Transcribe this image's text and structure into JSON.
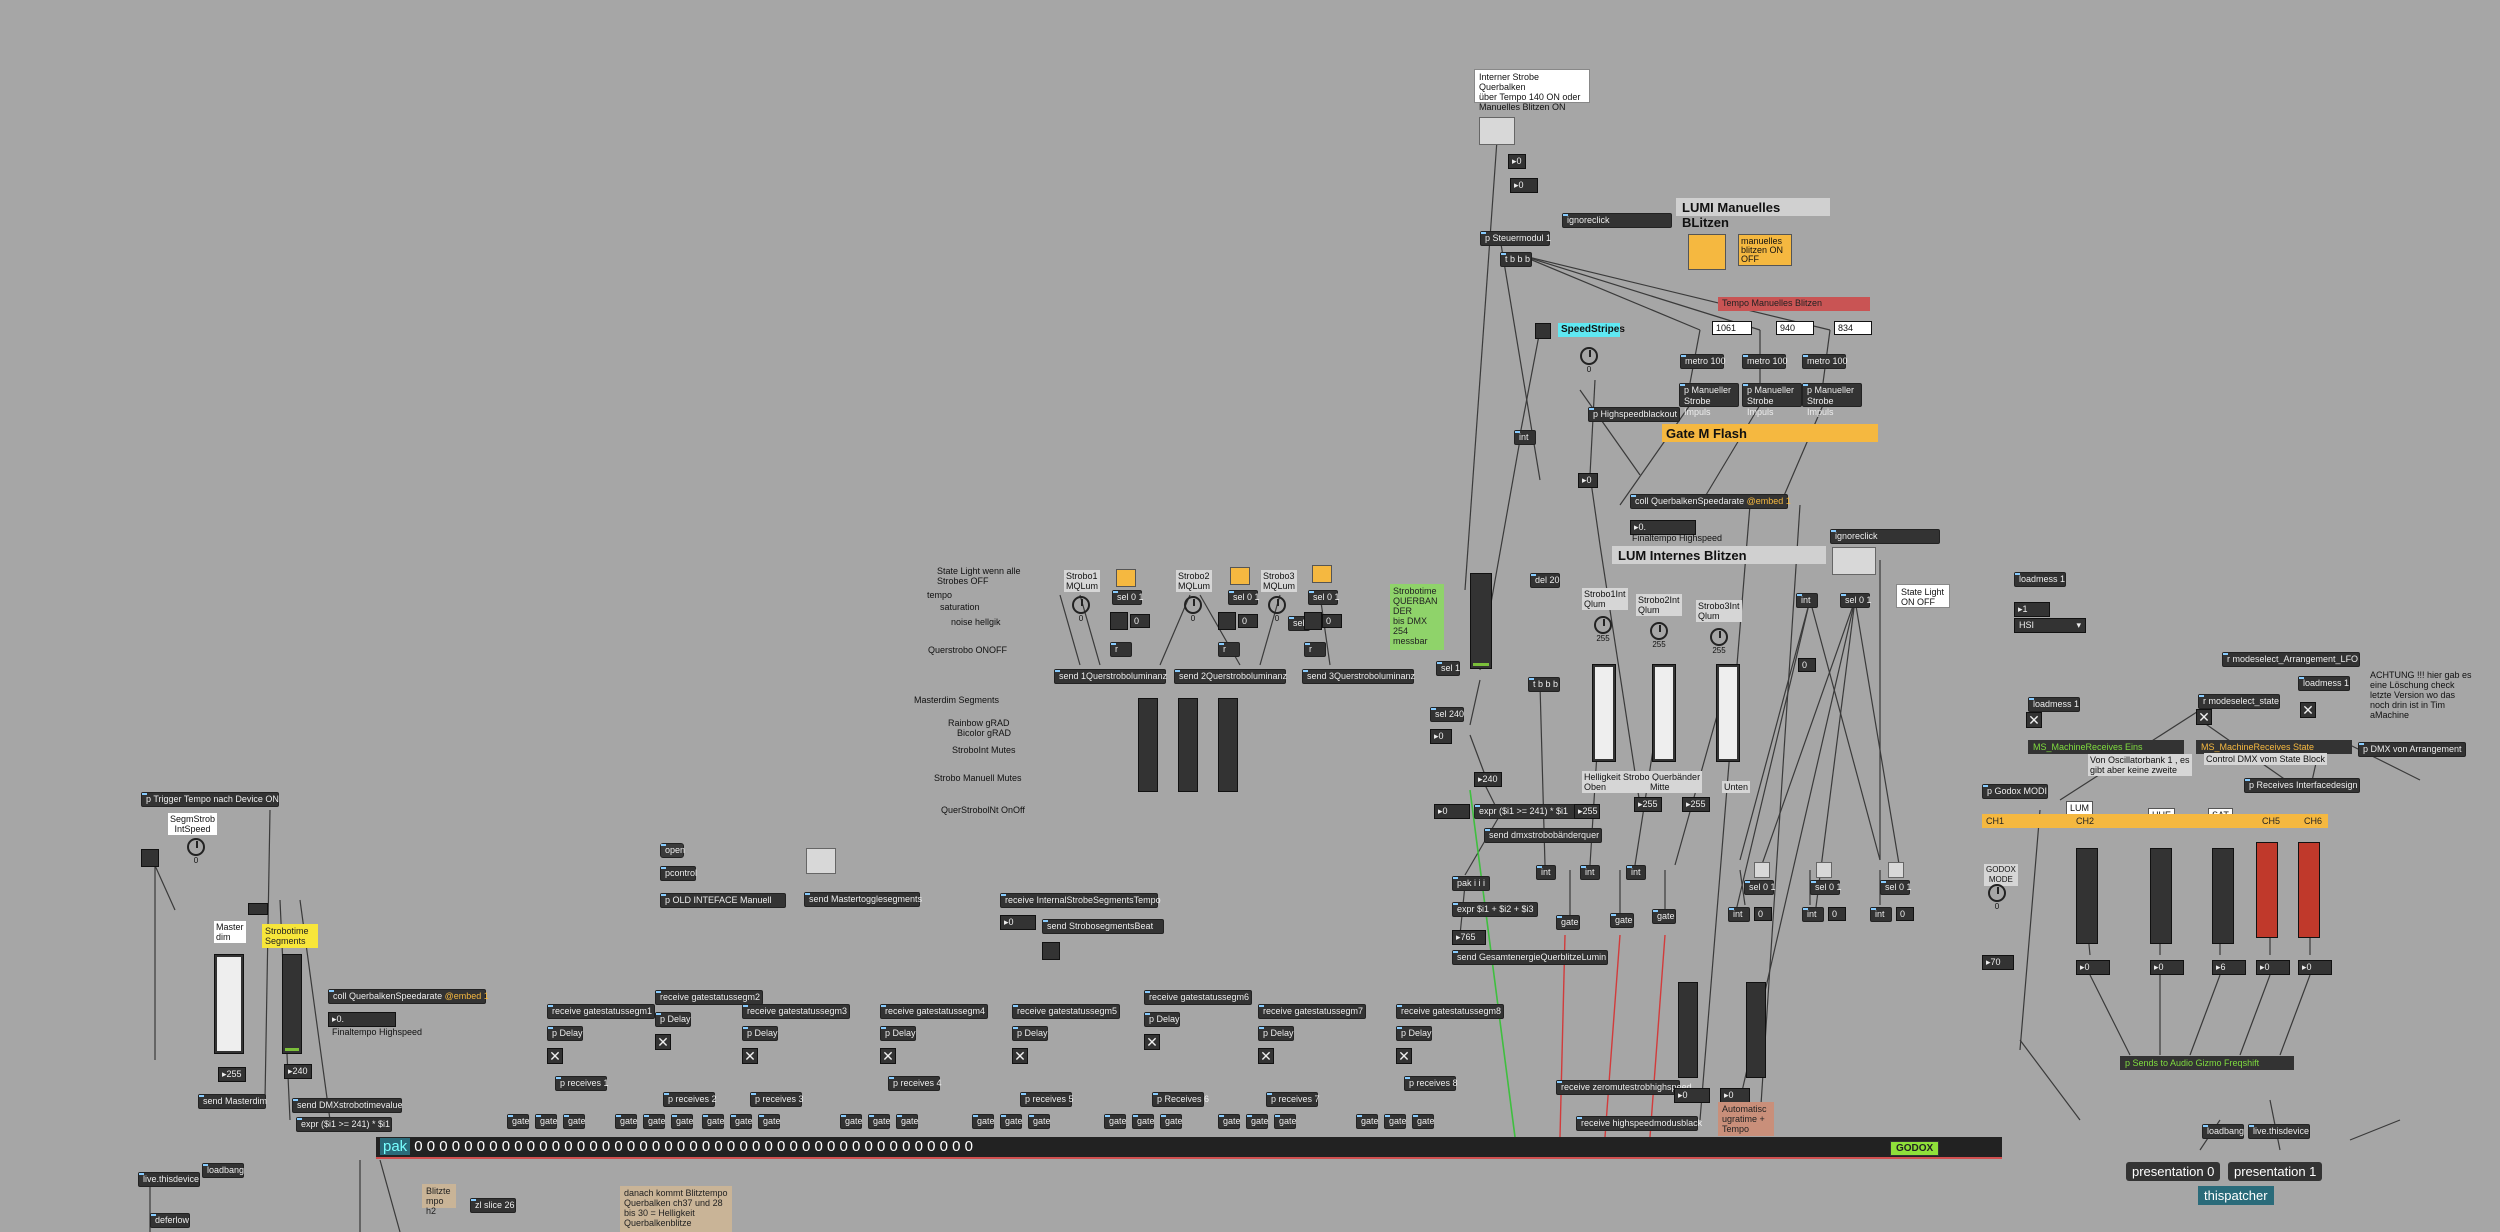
{
  "colors": {
    "canvas": "#a6a6a6",
    "object": "#333333",
    "accent_yellow": "#f5b840",
    "accent_cyan": "#5fe8f2",
    "accent_red": "#c0392b",
    "accent_green": "#8fe03a"
  },
  "top": {
    "comment_internal": "Interner Strobe Querbalken\nüber Tempo 140 ON oder\nManuelles Blitzen ON",
    "num0a": "▸0",
    "num0b": "▸0",
    "ignoreclick1": "ignoreclick",
    "lumi_panel": "LUMI Manuelles BLitzen",
    "steuermodul": "p Steuermodul 1",
    "tbbb1": "t b b b",
    "manuell_comment": "manuelles\nblitzen ON\nOFF",
    "tempo_bar": "Tempo Manuelles Blitzen",
    "n1061": "1061",
    "n940": "940",
    "n834": "834",
    "metro1": "metro 100",
    "metro2": "metro 100",
    "metro3": "metro 100",
    "speedstripes": "SpeedStripes",
    "speed_dial_val": "0",
    "manual1": "p Manueller\nStrobe Impuls",
    "manual2": "p Manueller\nStrobe Impuls",
    "manual3": "p Manueller\nStrobe Impuls",
    "highspeed": "p Highspeedblackout",
    "gate_flash": "Gate M Flash",
    "int1": "int",
    "num0c": "▸0",
    "coll1": "coll QuerbalkenSpeedarate",
    "embed1": "@embed 1",
    "num0d": "▸0.",
    "final_comment": "Finaltempo Highspeed",
    "ignoreclick2": "ignoreclick",
    "lum_panel": "LUM Internes Blitzen",
    "state_light_on": "State Light\nON OFF"
  },
  "strobe": {
    "state_light": "State Light wenn alle\nStrobes OFF",
    "tempo": "tempo",
    "saturation": "saturation",
    "noise": "noise hellgik",
    "querstrobo": "Querstrobo ONOFF",
    "masterdim_seg": "Masterdim Segments",
    "rainbow": "Rainbow gRAD",
    "bicolor": "Bicolor gRAD",
    "strobolnt_mutes": "StroboInt Mutes",
    "strobo_manuell": "Strobo Manuell  Mutes",
    "querstrob_onoff": "QuerStrobolNt OnOff",
    "s1": "Strobo1\nMQLum",
    "s2": "Strobo2\nMQLum",
    "s3": "Strobo3\nMQLum",
    "sel1": "sel 0 1",
    "sel2": "sel 0 1",
    "sel3": "sel 0 1",
    "sel4": "sel 0 1",
    "send1": "send 1Querstroboluminanz",
    "send2": "send 2Querstroboluminanz",
    "send3": "send 3Querstroboluminanz",
    "dial_val": "0",
    "green_comment": "Strobotime\nQUERBAN\nDER\nbis DMX\n254\nmessbar"
  },
  "mid": {
    "sel240": "sel 240",
    "sel1": "sel 1",
    "num0": "▸0",
    "del20": "del 20",
    "tbbb2": "t b b b",
    "num240": "▸240",
    "num0e": "▸0",
    "expr1": "expr ($i1 >= 241) * $i1",
    "num255": "▸255",
    "send_dmx": "send dmxstrobobänderquer",
    "pak_iii": "pak i i i",
    "expr_sum": "expr $i1 + $i2 + $i3",
    "num765": "▸765",
    "send_gesamt": "send GesamtenergieQuerblitzeLumin",
    "strobo1int": "Strobo1Int\nQlum",
    "strobo2int": "Strobo2Int\nQlum",
    "strobo3int": "Strobo3Int\nQlum",
    "dial255": "255",
    "hellig_comment": "Helligkeit Strobo Querbänder\nOben",
    "mitte": "Mitte",
    "unten": "Unten",
    "n255a": "▸255",
    "n255b": "▸255",
    "int_a": "int",
    "int_b": "int",
    "int_c": "int",
    "gate_a": "gate",
    "gate_b": "gate",
    "gate_c": "gate",
    "receive_zero": "receive zeromutestrobhighspeed",
    "receive_high": "receive highspeedmodusblack",
    "num0f": "▸0",
    "num0g": "▸0",
    "automatic": "Automatisc\nugratime +\nTempo",
    "int_d": "int",
    "sel01a": "sel 0 1",
    "int_e": "int",
    "num0h": "0",
    "sel01b": "sel 0 1",
    "sel01c": "sel 0 1",
    "sel01d": "sel 0 1",
    "int_f": "int",
    "int_g": "int",
    "int_h": "int",
    "n0i": "0",
    "n0j": "0",
    "n0k": "0"
  },
  "left": {
    "trigger": "p Trigger Tempo nach Device ON",
    "segm": "SegmStrob\nIntSpeed",
    "segm_val": "0",
    "master": "Master\ndim",
    "strobotime": "Strobotime\nSegments",
    "coll2": "coll QuerbalkenSpeedarate",
    "embed2": "@embed 1",
    "num0l": "▸0.",
    "final2": "Finaltempo Highspeed",
    "n255": "▸255",
    "n240": "▸240",
    "send_master": "send Masterdim",
    "send_dmx2": "send DMXstrobotimevalue",
    "expr2": "expr ($i1 >= 241) * $i1",
    "open": "open",
    "pcontrol": "pcontrol",
    "old_interface": "p OLD INTEFACE Manuell",
    "send_mastertoggle": "send Mastertogglesegments",
    "receive_internal": "receive InternalStrobeSegmentsTempo",
    "num0m": "▸0",
    "send_strobosegments": "send StrobosegmentsBeat"
  },
  "segments": [
    {
      "receive": "receive gatestatussegm1",
      "pdelay": "p Delay",
      "preceives": "p receives 1"
    },
    {
      "receive": "receive gatestatussegm2",
      "pdelay": "p Delay",
      "preceives": "p receives 2"
    },
    {
      "receive": "receive gatestatussegm3",
      "pdelay": "p Delay",
      "preceives": "p receives 3"
    },
    {
      "receive": "receive gatestatussegm4",
      "pdelay": "p Delay",
      "preceives": "p receives 4"
    },
    {
      "receive": "receive gatestatussegm5",
      "pdelay": "p Delay",
      "preceives": "p receives 5"
    },
    {
      "receive": "receive gatestatussegm6",
      "pdelay": "p Delay",
      "preceives": "p Receives 6"
    },
    {
      "receive": "receive gatestatussegm7",
      "pdelay": "p Delay",
      "preceives": "p receives 7"
    },
    {
      "receive": "receive gatestatussegm8",
      "pdelay": "p Delay",
      "preceives": "p receives 8"
    }
  ],
  "gate": "gate",
  "pak": {
    "keyword": "pak",
    "args": "0 0 0 0 0 0 0 0 0 0 0 0 0 0 0 0 0 0 0 0 0 0 0 0 0 0 0 0 0 0 0 0 0 0 0 0 0 0 0 0 0 0 0 0 0"
  },
  "godox": "GODOX",
  "bottom_left": {
    "loadbang": "loadbang",
    "live": "live.thisdevice",
    "deferlow": "deferlow",
    "blitzte": "Blitzte\nmpo h2",
    "zl": "zl slice 26",
    "beige": "danach kommt Blitztempo\nQuerbalken ch37 und 28\nbis 30 = Helligkeit\nQuerbalkenblitze"
  },
  "right": {
    "loadmess1": "loadmess 1",
    "n1": "▸1",
    "hsi": "HSI",
    "godox_modi": "p Godox MODI",
    "loadmess2": "loadmess 1",
    "ms_recv_eins": "MS_MachineReceives Eins",
    "von_oscillator": "Von Oscillatorbank 1 , es\ngibt aber keine zweite",
    "r_arrangement": "r modeselect_Arrangement_LFO",
    "r_state": "r modeselect_state",
    "loadmess3": "loadmess 1",
    "achtung": "ACHTUNG !!! hier gab es\neine Löschung check\nletzte Version wo das\nnoch drin ist in Tim\naMachine",
    "ms_recv_state": "MS_MachineReceives State",
    "control_dmx": "Control DMX vom  State Block",
    "p_dmx_arr": "p DMX von Arrangement",
    "p_receives_interface": "p Receives Interfacedesign",
    "lum": "LUM",
    "hue": "HUE",
    "sat": "SAT",
    "ch1": "CH1",
    "ch2": "CH2",
    "ch5": "CH5",
    "ch6": "CH6",
    "godox_mode": "GODOX\nMODE",
    "godox_dial": "0",
    "n70": "▸70",
    "n0_1": "▸0",
    "n0_2": "▸0",
    "n6": "▸6",
    "n0_3": "▸0",
    "n0_4": "▸0",
    "p_sends": "p Sends to Audio Gizmo Freqshift",
    "loadbang2": "loadbang",
    "live2": "live.thisdevice",
    "pres0": "presentation 0",
    "pres1": "presentation 1",
    "thispatcher": "thispatcher"
  }
}
